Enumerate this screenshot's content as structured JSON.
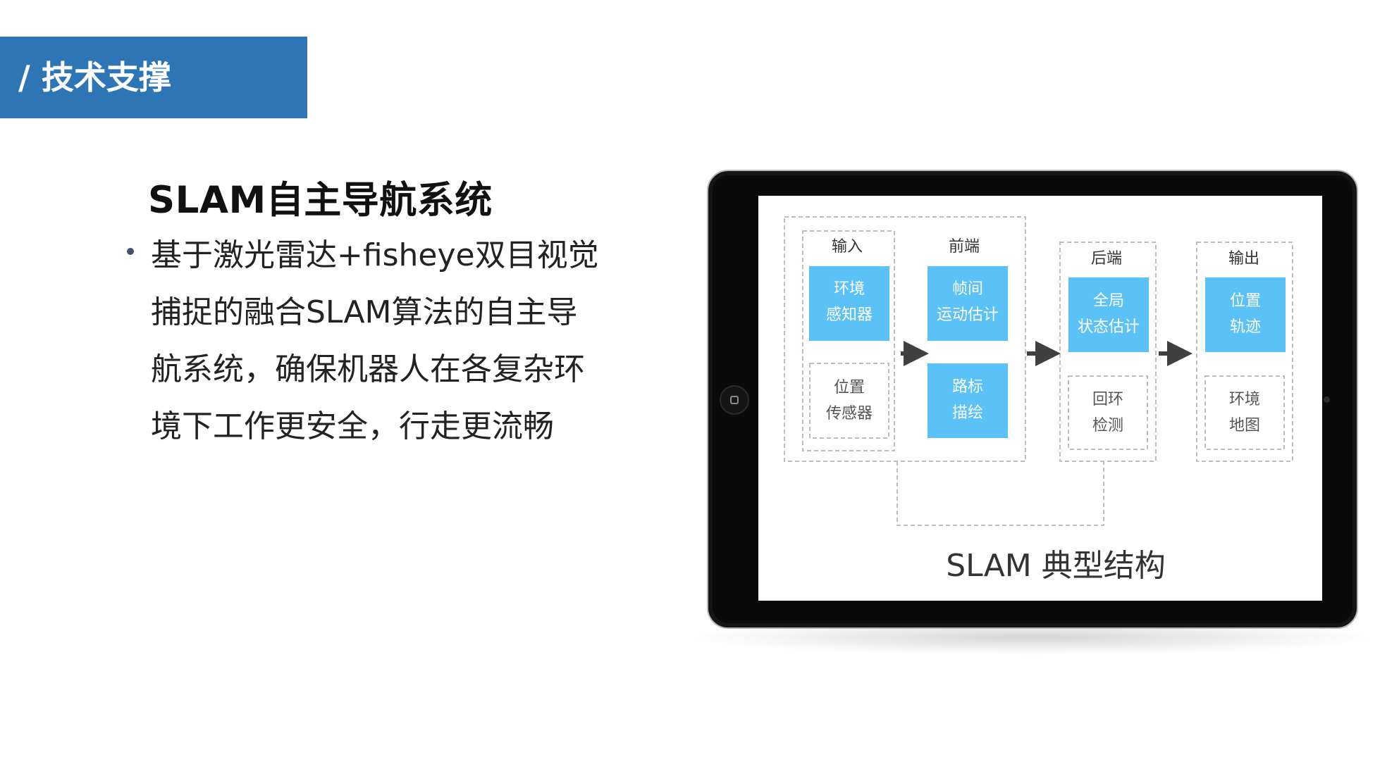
{
  "section_title": "/ 技术支撑",
  "heading": "SLAM自主导航系统",
  "body_lines": [
    "基于激光雷达+fisheye双目视觉",
    "捕捉的融合SLAM算法的自主导",
    "航系统，确保机器人在各复杂环",
    "境下工作更安全，行走更流畅"
  ],
  "colors": {
    "tab_bg": "#2e75b6",
    "box_blue": "#5bc2f7",
    "dash": "#bdbdbd"
  },
  "diagram": {
    "caption": "SLAM 典型结构",
    "groups": {
      "input": "输入",
      "frontend": "前端",
      "backend": "后端",
      "output": "输出"
    },
    "boxes": {
      "env_sensor": [
        "环境",
        "感知器"
      ],
      "pos_sensor": [
        "位置",
        "传感器"
      ],
      "frame_motion": [
        "帧间",
        "运动估计"
      ],
      "landmark": [
        "路标",
        "描绘"
      ],
      "global_state": [
        "全局",
        "状态估计"
      ],
      "loop_detect": [
        "回环",
        "检测"
      ],
      "pos_track": [
        "位置",
        "轨迹"
      ],
      "env_map": [
        "环境",
        "地图"
      ]
    }
  }
}
